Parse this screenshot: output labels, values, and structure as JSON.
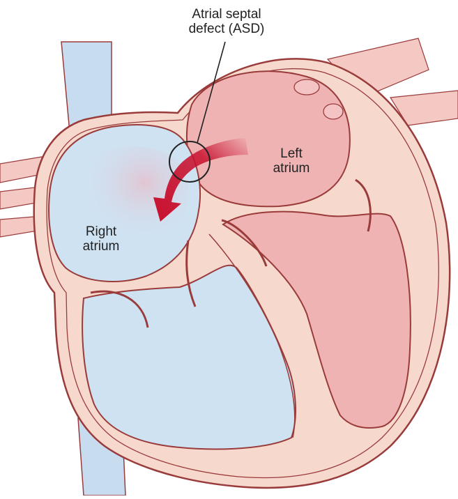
{
  "labels": {
    "asd_line1": "Atrial septal",
    "asd_line2": "defect (ASD)",
    "left_line1": "Left",
    "left_line2": "atrium",
    "right_line1": "Right",
    "right_line2": "atrium"
  },
  "colors": {
    "outline": "#9a3b3b",
    "wall": "#f6d8cc",
    "right_chambers": "#cfe2f2",
    "left_chambers": "#efb3b3",
    "vessel_blue": "#c7dcef",
    "vessel_pink": "#f4c9c4",
    "shunt_arrow": "#c8102e",
    "marker": "#222222"
  }
}
